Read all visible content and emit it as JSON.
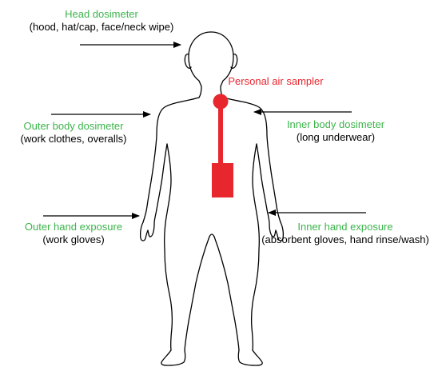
{
  "colors": {
    "label_green": "#3cb44b",
    "sampler_red": "#e8262e",
    "outline": "#000000",
    "arrow": "#000000"
  },
  "labels": {
    "head": {
      "title": "Head dosimeter",
      "sub": "(hood, hat/cap, face/neck wipe)"
    },
    "sampler": {
      "title": "Personal air sampler"
    },
    "outer_body": {
      "title": "Outer body dosimeter",
      "sub": "(work clothes, overalls)"
    },
    "inner_body": {
      "title": "Inner body dosimeter",
      "sub": "(long underwear)"
    },
    "outer_hand": {
      "title": "Outer hand exposure",
      "sub": "(work gloves)"
    },
    "inner_hand": {
      "title": "Inner hand exposure",
      "sub": "(absorbent gloves, hand rinse/wash)"
    }
  }
}
